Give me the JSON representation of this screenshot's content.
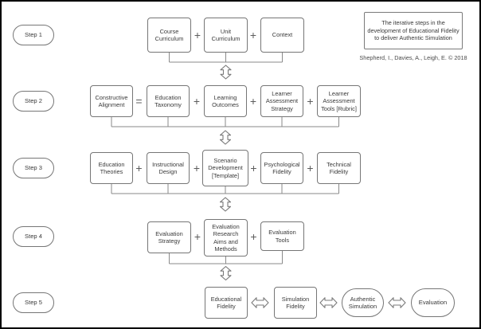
{
  "title_box": {
    "text": "The iterative steps in the development of Educational Fidelity to deliver Authentic Simulation"
  },
  "credit": "Shepherd, I., Davies, A., Leigh, E. © 2018",
  "colors": {
    "background": "#ffffff",
    "frame": "#000000",
    "shape_border": "#767676",
    "connector": "#8a8a8a",
    "text": "#3a3a3a"
  },
  "steps": [
    "Step 1",
    "Step 2",
    "Step 3",
    "Step 4",
    "Step 5"
  ],
  "row1": {
    "boxes": [
      "Course Curriculum",
      "Unit Curriculum",
      "Context"
    ],
    "ops": [
      "+",
      "+"
    ]
  },
  "row2": {
    "boxes": [
      "Constructive Alignment",
      "Education Taxonomy",
      "Learning Outcomes",
      "Learner Assessment Strategy",
      "Learner Assessment Tools [Rubric]"
    ],
    "ops": [
      "=",
      "+",
      "+",
      "+"
    ]
  },
  "row3": {
    "boxes": [
      "Education Theories",
      "Instructional Design",
      "Scenario Development [Template]",
      "Psychological Fidelity",
      "Technical Fidelity"
    ],
    "ops": [
      "+",
      "+",
      "+",
      "+"
    ]
  },
  "row4": {
    "boxes": [
      "Evaluation Strategy",
      "Evaluation Research Aims and Methods",
      "Evaluation Tools"
    ],
    "ops": [
      "+",
      "+"
    ]
  },
  "row5": {
    "boxes": [
      "Educational Fidelity",
      "Simulation Fidelity",
      "Authentic Simulation",
      "Evaluation"
    ]
  }
}
